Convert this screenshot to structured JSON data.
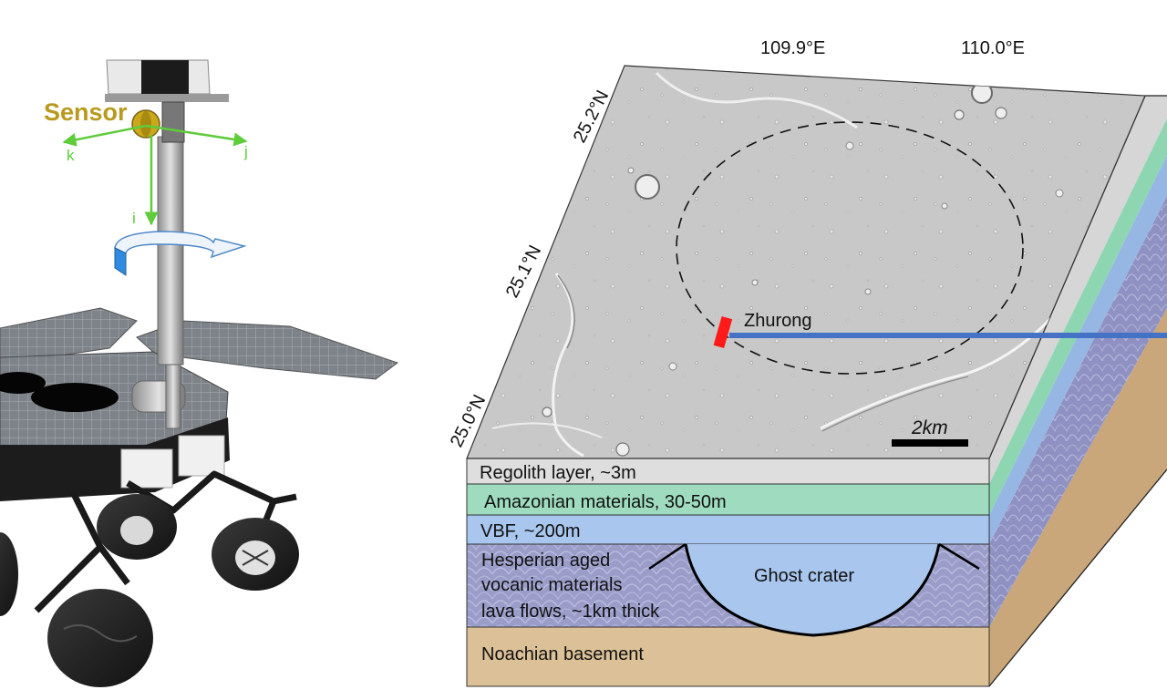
{
  "rover": {
    "sensor_label": "Sensor",
    "axes": {
      "i": "i",
      "j": "j",
      "k": "k"
    }
  },
  "map": {
    "longitudes": [
      "109.9°E",
      "110.0°E"
    ],
    "latitudes": [
      "25.2°N",
      "25.1°N",
      "25.0°N"
    ],
    "site_label": "Zhurong",
    "scale_label": "2km"
  },
  "layers": [
    {
      "label": "Regolith layer, ~3m"
    },
    {
      "label": "Amazonian materials, 30-50m"
    },
    {
      "label": "VBF, ~200m"
    },
    {
      "label_lines": [
        "Hesperian aged",
        "vocanic materials",
        "lava flows, ~1km thick"
      ]
    },
    {
      "label": "Noachian basement"
    }
  ],
  "crater_label": "Ghost crater",
  "colors": {
    "regolith": "#dedede",
    "amazonian": "#9fdcbf",
    "vbf": "#a8c6ee",
    "hesperian": "#9b9dc9",
    "noachian": "#dcc097",
    "site_marker": "#ff1a1a",
    "profile_line": "#4472c4",
    "sensor_text": "#b89a1e",
    "axis_arrows": "#5fcc3c"
  }
}
